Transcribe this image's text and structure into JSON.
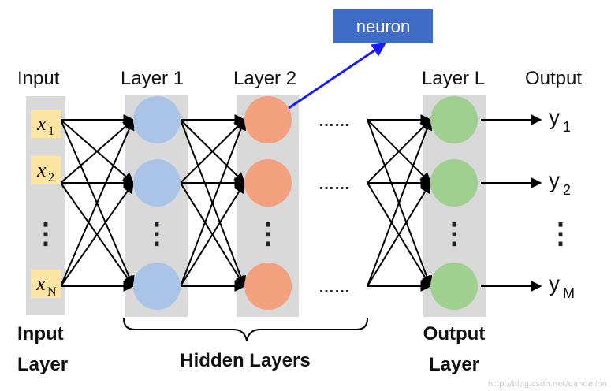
{
  "column_labels": {
    "input": "Input",
    "layer1": "Layer 1",
    "layer2": "Layer 2",
    "layerL": "Layer L",
    "output": "Output"
  },
  "callout": {
    "text": "neuron",
    "color": "#3f6cc7"
  },
  "inputs": [
    {
      "var": "x",
      "sub": "1"
    },
    {
      "var": "x",
      "sub": "2"
    },
    {
      "var": "x",
      "sub": "N"
    }
  ],
  "outputs": [
    {
      "var": "y",
      "sub": "1"
    },
    {
      "var": "y",
      "sub": "2"
    },
    {
      "var": "y",
      "sub": "M"
    }
  ],
  "bottom_labels": {
    "input_layer_line1": "Input",
    "input_layer_line2": "Layer",
    "hidden_layers": "Hidden Layers",
    "output_layer_line1": "Output",
    "output_layer_line2": "Layer"
  },
  "ellipsis": {
    "horizontal": "……",
    "vertical": "⋮"
  },
  "colors": {
    "layer_background": "#d9d9d9",
    "input_box": "#fce5a3",
    "layer1_neuron": "#a9c4e6",
    "layer2_neuron": "#f2a07e",
    "layerL_neuron": "#9fd08f",
    "pointer_arrow": "#1a1aff"
  },
  "watermark": "http://blog.csdn.net/dandelion"
}
